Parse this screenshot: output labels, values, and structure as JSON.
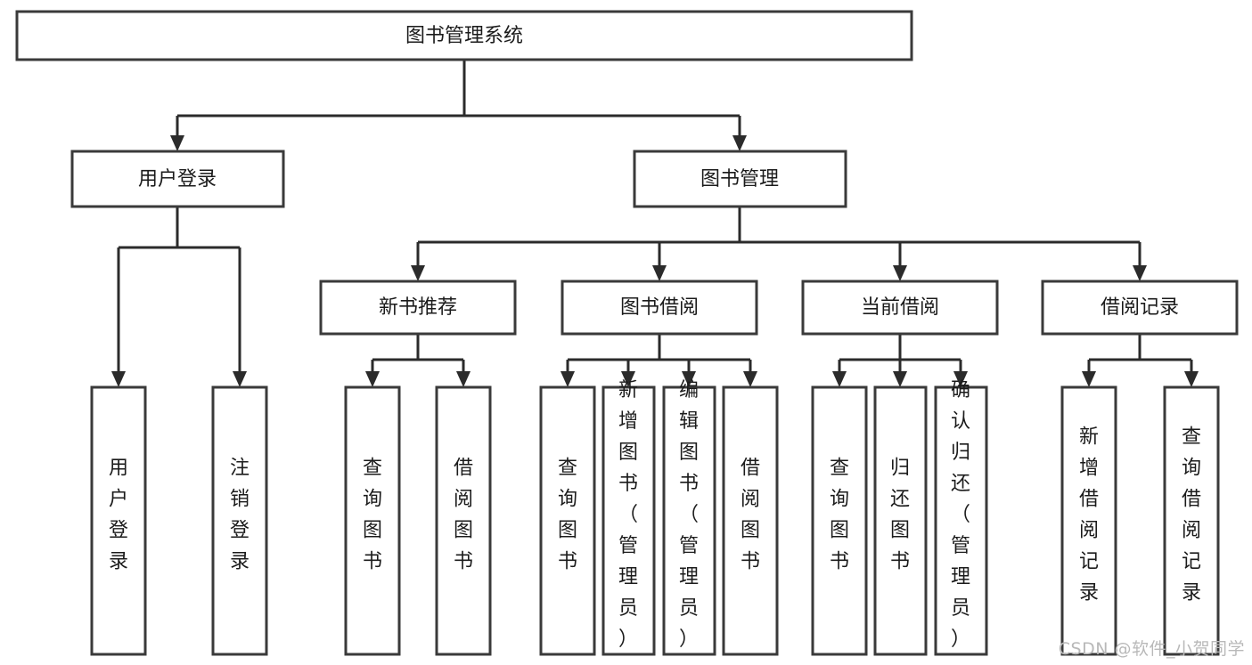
{
  "diagram": {
    "title": "图书管理系统",
    "type": "hierarchy-tree",
    "root": {
      "id": "root",
      "label": "图书管理系统",
      "orientation": "horizontal"
    },
    "level2": [
      {
        "id": "user-login",
        "label": "用户登录",
        "orientation": "horizontal"
      },
      {
        "id": "book-management",
        "label": "图书管理",
        "orientation": "horizontal"
      }
    ],
    "level3": [
      {
        "id": "new-book-recommend",
        "label": "新书推荐",
        "orientation": "horizontal",
        "parent": "book-management"
      },
      {
        "id": "book-borrow",
        "label": "图书借阅",
        "orientation": "horizontal",
        "parent": "book-management"
      },
      {
        "id": "current-borrow",
        "label": "当前借阅",
        "orientation": "horizontal",
        "parent": "book-management"
      },
      {
        "id": "borrow-record",
        "label": "借阅记录",
        "orientation": "horizontal",
        "parent": "book-management"
      }
    ],
    "leaves": [
      {
        "id": "leaf-user-login",
        "label": "用户登录",
        "orientation": "vertical",
        "parent": "user-login"
      },
      {
        "id": "leaf-user-logout",
        "label": "注销登录",
        "orientation": "vertical",
        "parent": "user-login"
      },
      {
        "id": "leaf-query-book-1",
        "label": "查询图书",
        "orientation": "vertical",
        "parent": "new-book-recommend"
      },
      {
        "id": "leaf-borrow-book-1",
        "label": "借阅图书",
        "orientation": "vertical",
        "parent": "new-book-recommend"
      },
      {
        "id": "leaf-query-book-2",
        "label": "查询图书",
        "orientation": "vertical",
        "parent": "book-borrow"
      },
      {
        "id": "leaf-add-book",
        "label": "新增图书（管理员）",
        "orientation": "vertical",
        "parent": "book-borrow"
      },
      {
        "id": "leaf-edit-book",
        "label": "编辑图书（管理员）",
        "orientation": "vertical",
        "parent": "book-borrow"
      },
      {
        "id": "leaf-borrow-book-2",
        "label": "借阅图书",
        "orientation": "vertical",
        "parent": "book-borrow"
      },
      {
        "id": "leaf-query-book-3",
        "label": "查询图书",
        "orientation": "vertical",
        "parent": "current-borrow"
      },
      {
        "id": "leaf-return-book",
        "label": "归还图书",
        "orientation": "vertical",
        "parent": "current-borrow"
      },
      {
        "id": "leaf-confirm-return",
        "label": "确认归还（管理员）",
        "orientation": "vertical",
        "parent": "current-borrow"
      },
      {
        "id": "leaf-add-record",
        "label": "新增借阅记录",
        "orientation": "vertical",
        "parent": "borrow-record"
      },
      {
        "id": "leaf-query-record",
        "label": "查询借阅记录",
        "orientation": "vertical",
        "parent": "borrow-record"
      }
    ],
    "colors": {
      "box_border": "#3a3a3a",
      "box_fill": "#ffffff",
      "edge": "#2b2b2b",
      "text": "#1b1b1b",
      "watermark": "#b9b9b9",
      "background": "#ffffff"
    }
  },
  "watermark": {
    "text": "CSDN @软件_小贺同学"
  }
}
